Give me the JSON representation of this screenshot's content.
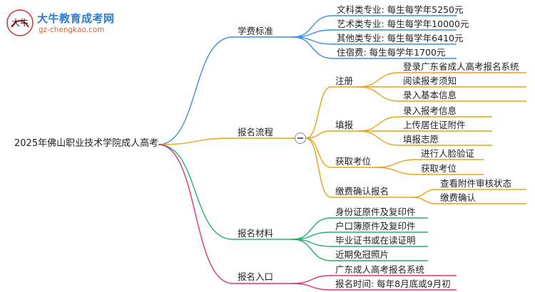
{
  "logo": {
    "title": "大牛教育成考网",
    "url": "gz-chengkao.com",
    "mark": "大牛"
  },
  "root": "2025年佛山职业技术学院成人高考",
  "branches": [
    {
      "label": "学费标准",
      "color": "#3d8fe0",
      "children": [
        {
          "label": "文科类专业: 每生每学年5250元"
        },
        {
          "label": "艺术类专业: 每生每学年10000元"
        },
        {
          "label": "其他类专业: 每生每学年6410元"
        },
        {
          "label": "住宿费: 每生每学年1700元"
        }
      ]
    },
    {
      "label": "报名流程",
      "color": "#e8a317",
      "children": [
        {
          "label": "注册",
          "children": [
            {
              "label": "登录广东省成人高考报名系统"
            },
            {
              "label": "阅读报考须知"
            },
            {
              "label": "录入基本信息"
            }
          ]
        },
        {
          "label": "填报",
          "children": [
            {
              "label": "录入报考信息"
            },
            {
              "label": "上传居住证附件"
            },
            {
              "label": "填报志愿"
            }
          ]
        },
        {
          "label": "获取考位",
          "children": [
            {
              "label": "进行人脸验证"
            },
            {
              "label": "获取考位"
            }
          ]
        },
        {
          "label": "缴费确认报名",
          "children": [
            {
              "label": "查看附件审核状态"
            },
            {
              "label": "缴费确认"
            }
          ]
        }
      ]
    },
    {
      "label": "报名材料",
      "color": "#27b06b",
      "children": [
        {
          "label": "身份证原件及复印件"
        },
        {
          "label": "户口簿原件及复印件"
        },
        {
          "label": "毕业证书或在读证明"
        },
        {
          "label": "近期免冠照片"
        }
      ]
    },
    {
      "label": "报名入口",
      "color": "#e0336e",
      "children": [
        {
          "label": "广东成人高考报名系统"
        },
        {
          "label": "报名时间: 每年8月底或9月初"
        }
      ]
    }
  ]
}
